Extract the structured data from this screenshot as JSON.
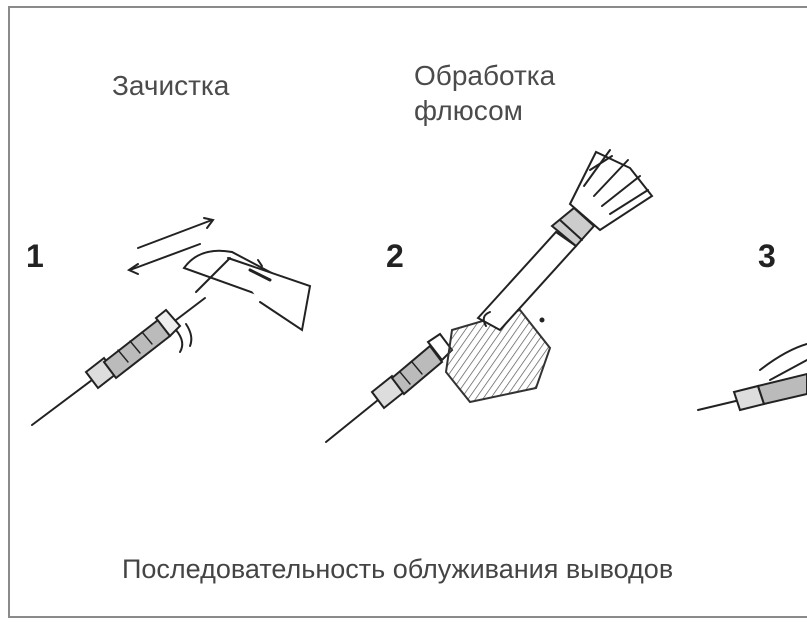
{
  "steps": [
    {
      "number": "1",
      "title": "Зачистка"
    },
    {
      "number": "2",
      "title_line1": "Обработка",
      "title_line2": "флюсом"
    },
    {
      "number": "3"
    }
  ],
  "caption": "Последовательность облуживания выводов"
}
